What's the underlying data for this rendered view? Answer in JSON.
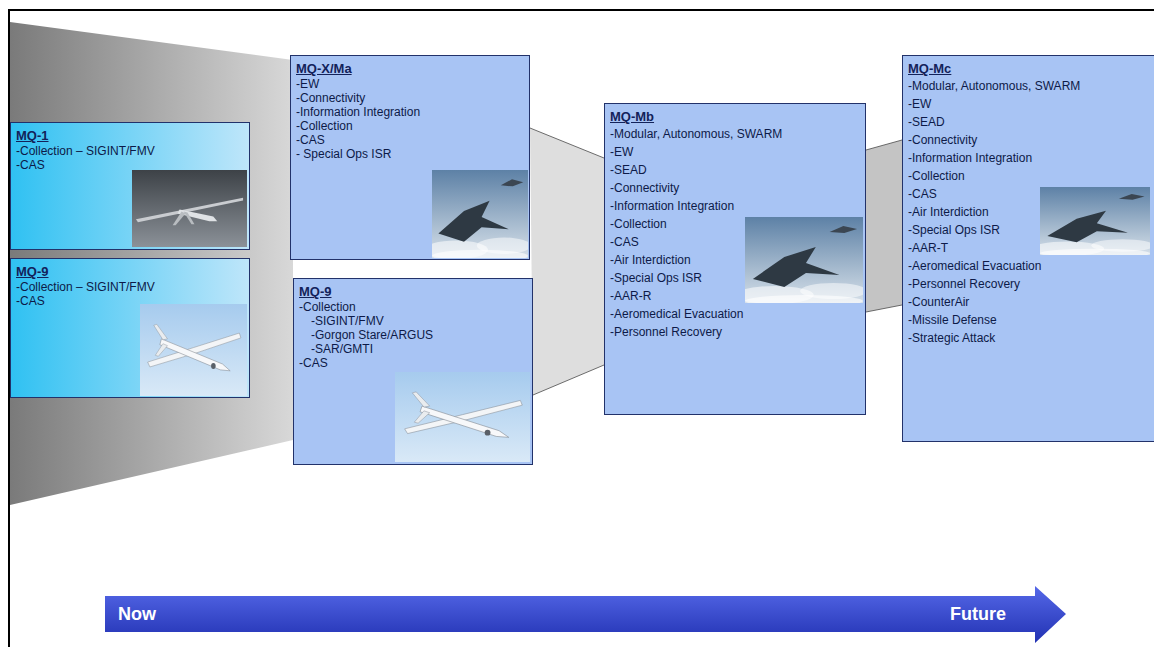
{
  "diagram": {
    "nodes": [
      {
        "text": [
          "MQ-1",
          "-Collection – SIGINT/FMV",
          "-CAS"
        ]
      },
      {
        "text": [
          "MQ-9",
          "-Collection – SIGINT/FMV",
          "-CAS"
        ]
      },
      {
        "text": [
          "MQ-X/Ma",
          "-EW",
          "-Connectivity",
          "-Information Integration",
          "-Collection",
          "-CAS",
          "- Special Ops ISR"
        ]
      },
      {
        "text": [
          "MQ-9",
          "-Collection",
          "-SIGINT/FMV",
          "-Gorgon Stare/ARGUS",
          "-SAR/GMTI",
          "-CAS"
        ]
      },
      {
        "text": [
          "MQ-Mb",
          "-Modular, Autonomous, SWARM",
          "-EW",
          "-SEAD",
          "-Connectivity",
          "-Information Integration",
          "-Collection",
          "-CAS",
          "-Air Interdiction",
          "-Special Ops ISR",
          "-AAR-R",
          "-Aeromedical Evacuation",
          "-Personnel Recovery"
        ]
      },
      {
        "text": [
          "MQ-Mc",
          "-Modular, Autonomous, SWARM",
          "-EW",
          "-SEAD",
          "-Connectivity",
          "-Information Integration",
          "-Collection",
          "-CAS",
          "-Air Interdiction",
          "-Special Ops ISR",
          "-AAR-T",
          "-Aeromedical Evacuation",
          "-Personnel Recovery",
          "-CounterAir",
          "-Missile Defense",
          "-Strategic Attack"
        ]
      }
    ],
    "labels": [
      "Now",
      "Future"
    ]
  }
}
